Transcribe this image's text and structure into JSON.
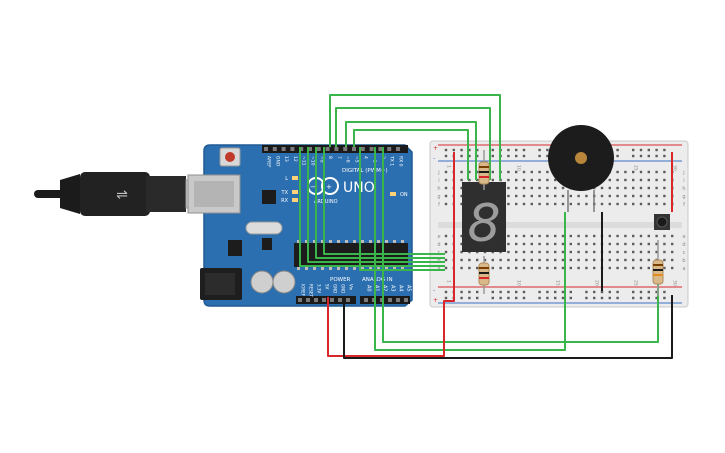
{
  "colors": {
    "board_blue": "#2b6fb0",
    "board_edge": "#1f5a94",
    "wire_green": "#3ab54a",
    "wire_red": "#d9262b",
    "wire_black": "#1a1a1a",
    "breadboard": "#ececec",
    "rail_red": "#d9262b",
    "rail_blue": "#3a6fc4",
    "segment_display": "#2f2f2f",
    "buzzer": "#1c1c1c",
    "usb_cable": "#1b1b1b"
  },
  "arduino": {
    "brand": "UNO",
    "logo_text": "ARDUINO",
    "digital_label": "DIGITAL (PWM~)",
    "power_label": "POWER",
    "analog_label": "ANALOG IN",
    "on_label": "ON",
    "l_label": "L",
    "tx_label": "TX",
    "rx_label": "RX",
    "top_pin_labels": [
      "AREF",
      "GND",
      "13",
      "12",
      "~11",
      "~10",
      "~9",
      "8",
      "7",
      "~6",
      "~5",
      "4",
      "~3",
      "2",
      "TX 1",
      "RX 0"
    ],
    "power_pin_labels": [
      "IOREF",
      "RESET",
      "3.3V",
      "5V",
      "GND",
      "GND",
      "Vin"
    ],
    "analog_pin_labels": [
      "A0",
      "A1",
      "A2",
      "A3",
      "A4",
      "A5"
    ]
  },
  "breadboard": {
    "rail_plus": "+",
    "rail_minus": "-",
    "row_letters_top": [
      "j",
      "i",
      "h",
      "g",
      "f"
    ],
    "row_letters_bottom": [
      "e",
      "d",
      "c",
      "b",
      "a"
    ],
    "column_numbers": [
      "1",
      "5",
      "10",
      "15",
      "20",
      "25",
      "30"
    ]
  },
  "components": {
    "seven_segment_digit": "8",
    "resistor_count": 3,
    "button_label": "",
    "buzzer_label": ""
  }
}
